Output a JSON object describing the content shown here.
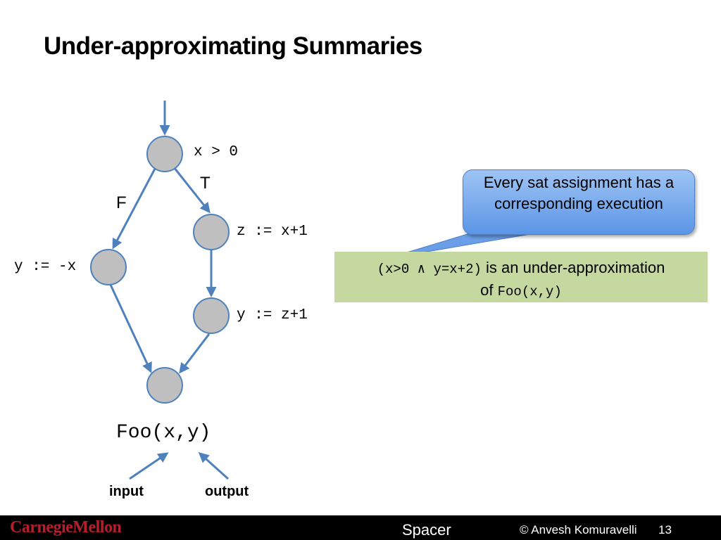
{
  "slide": {
    "title": "Under-approximating Summaries"
  },
  "diagram": {
    "node_labels": {
      "entry": "x > 0",
      "then": "z := x+1",
      "else": "y := -x",
      "then2": "y := z+1"
    },
    "branch_labels": {
      "true": "T",
      "false": "F"
    },
    "function_name": "Foo(x,y)",
    "input_label": "input",
    "output_label": "output"
  },
  "callout": {
    "text": "Every sat assignment has a corresponding execution"
  },
  "note": {
    "formula": "(x>0 ∧ y=x+2)",
    "text_mid": "is an under-approximation",
    "text_of": "of",
    "function": "Foo(x,y)"
  },
  "footer": {
    "logo_text": "CarnegieMellon",
    "topic": "Spacer",
    "author": "© Anvesh Komuravelli",
    "page_number": "13"
  },
  "colors": {
    "node_fill": "#bfbfbf",
    "node_stroke": "#4f81bd",
    "arrow": "#4f81bd",
    "note_bg": "#c5d8a0",
    "callout_bg": "#5b95e6",
    "cmu_red": "#b41f2c"
  }
}
